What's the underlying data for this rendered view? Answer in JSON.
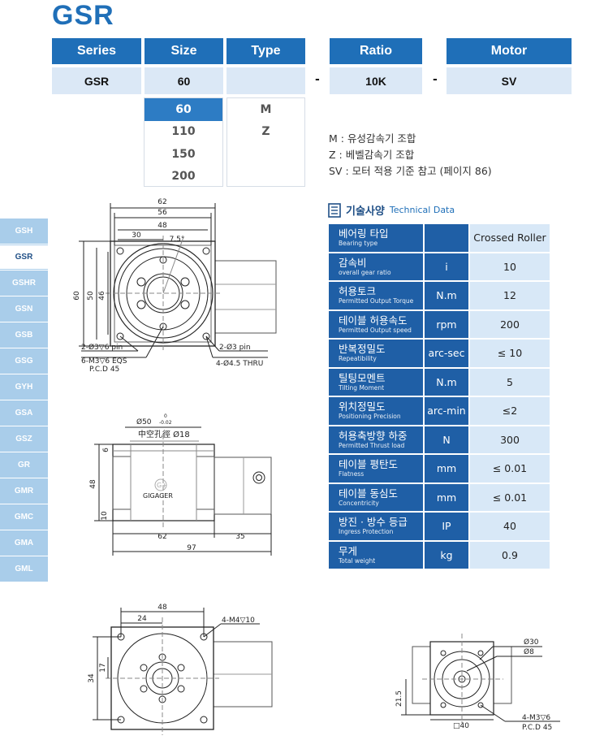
{
  "title": "GSR",
  "headers": {
    "series": "Series",
    "size": "Size",
    "type": "Type",
    "ratio": "Ratio",
    "motor": "Motor"
  },
  "values": {
    "series": "GSR",
    "size": "60",
    "type": "",
    "ratio": "10K",
    "motor": "SV",
    "dash1": "-",
    "dash2": "-"
  },
  "size_options": [
    "60",
    "110",
    "150",
    "200"
  ],
  "type_options": [
    "M",
    "Z"
  ],
  "notes": [
    "M  : 유성감속기 조합",
    "Z  : 베벨감속기 조합",
    "SV : 모터 적용 기준 참고 (페이지 86)"
  ],
  "side_tabs": [
    "GSH",
    "GSR",
    "GSHR",
    "GSN",
    "GSB",
    "GSG",
    "GYH",
    "GSA",
    "GSZ",
    "GR",
    "GMR",
    "GMC",
    "GMA",
    "GML"
  ],
  "technical_data": {
    "title_ko": "기술사양",
    "title_en": "Technical Data",
    "rows": [
      {
        "ko": "베어링 타입",
        "en": "Bearing type",
        "unit": "",
        "value": "Crossed Roller"
      },
      {
        "ko": "감속비",
        "en": "overall gear ratio",
        "unit": "i",
        "value": "10"
      },
      {
        "ko": "허용토크",
        "en": "Permitted Output Torque",
        "unit": "N.m",
        "value": "12"
      },
      {
        "ko": "테이블 허용속도",
        "en": "Permitted Output speed",
        "unit": "rpm",
        "value": "200"
      },
      {
        "ko": "반복정밀도",
        "en": "Repeatibility",
        "unit": "arc-sec",
        "value": "≤ 10"
      },
      {
        "ko": "틸팅모멘트",
        "en": "Tilting Moment",
        "unit": "N.m",
        "value": "5"
      },
      {
        "ko": "위치정밀도",
        "en": "Positioning Precision",
        "unit": "arc-min",
        "value": "≤2"
      },
      {
        "ko": "허용축방향 하중",
        "en": "Permitted Thrust load",
        "unit": "N",
        "value": "300"
      },
      {
        "ko": "테이블 평탄도",
        "en": "Flatness",
        "unit": "mm",
        "value": "≤ 0.01"
      },
      {
        "ko": "테이블 동심도",
        "en": "Concentricity",
        "unit": "mm",
        "value": "≤ 0.01"
      },
      {
        "ko": "방진 · 방수 등급",
        "en": "Ingress Protection",
        "unit": "IP",
        "value": "40"
      },
      {
        "ko": "무게",
        "en": "Total weight",
        "unit": "kg",
        "value": "0.9"
      }
    ]
  },
  "drawing1": {
    "d62": "62",
    "d56": "56",
    "d48": "48",
    "d30": "30",
    "a75": "7.5°",
    "d60": "60",
    "d50": "50",
    "d46": "46",
    "pin1": "2-Ø3▽6 pin",
    "eqs": "6-M3▽6 EQS",
    "pcd": "P.C.D 45",
    "pin2": "2-Ø3 pin",
    "thru": "4-Ø4.5 THRU"
  },
  "drawing2": {
    "d50": "Ø50",
    "tol_up": "0",
    "tol_dn": "-0.02",
    "hollow": "中空孔徑 Ø18",
    "brand": "GIGAGER",
    "d6": "6",
    "d48": "48",
    "d10": "10",
    "d62": "62",
    "d35": "35",
    "d97": "97"
  },
  "drawing3": {
    "d48": "48",
    "d24": "24",
    "m4": "4-M4▽10",
    "d34": "34",
    "d17": "17"
  },
  "drawing4": {
    "d30": "Ø30",
    "d8": "Ø8",
    "d21": "21.5",
    "d40": "□40",
    "m3": "4-M3▽6",
    "pcd": "P.C.D 45"
  }
}
